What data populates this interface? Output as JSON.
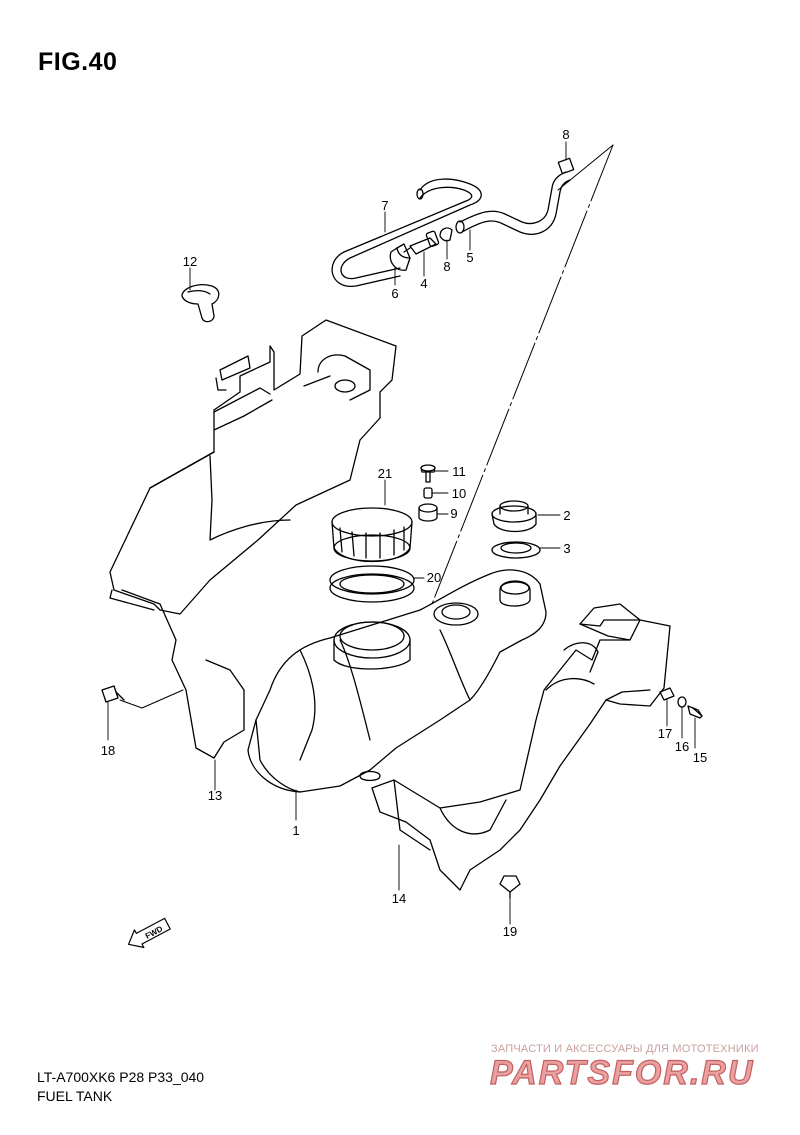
{
  "figure": {
    "title": "FIG.40",
    "code": "LT-A700XK6 P28 P33_040",
    "name": "FUEL TANK"
  },
  "watermark": {
    "tagline": "ЗАПЧАСТИ И АКСЕССУАРЫ ДЛЯ МОТОТЕХНИКИ",
    "logo_text": "PARTSFOR.RU",
    "color": "#e06a6a"
  },
  "direction_arrow": {
    "label": "FWD",
    "icon": "fwd-arrow-icon"
  },
  "callouts": [
    {
      "id": "c1",
      "label": "1"
    },
    {
      "id": "c2",
      "label": "2"
    },
    {
      "id": "c3",
      "label": "3"
    },
    {
      "id": "c4",
      "label": "4"
    },
    {
      "id": "c5",
      "label": "5"
    },
    {
      "id": "c6",
      "label": "6"
    },
    {
      "id": "c7",
      "label": "7"
    },
    {
      "id": "c8a",
      "label": "8"
    },
    {
      "id": "c8b",
      "label": "8"
    },
    {
      "id": "c9",
      "label": "9"
    },
    {
      "id": "c10",
      "label": "10"
    },
    {
      "id": "c11",
      "label": "11"
    },
    {
      "id": "c12",
      "label": "12"
    },
    {
      "id": "c13",
      "label": "13"
    },
    {
      "id": "c14",
      "label": "14"
    },
    {
      "id": "c15",
      "label": "15"
    },
    {
      "id": "c16",
      "label": "16"
    },
    {
      "id": "c17",
      "label": "17"
    },
    {
      "id": "c18",
      "label": "18"
    },
    {
      "id": "c19",
      "label": "19"
    },
    {
      "id": "c20",
      "label": "20"
    },
    {
      "id": "c21",
      "label": "21"
    }
  ]
}
